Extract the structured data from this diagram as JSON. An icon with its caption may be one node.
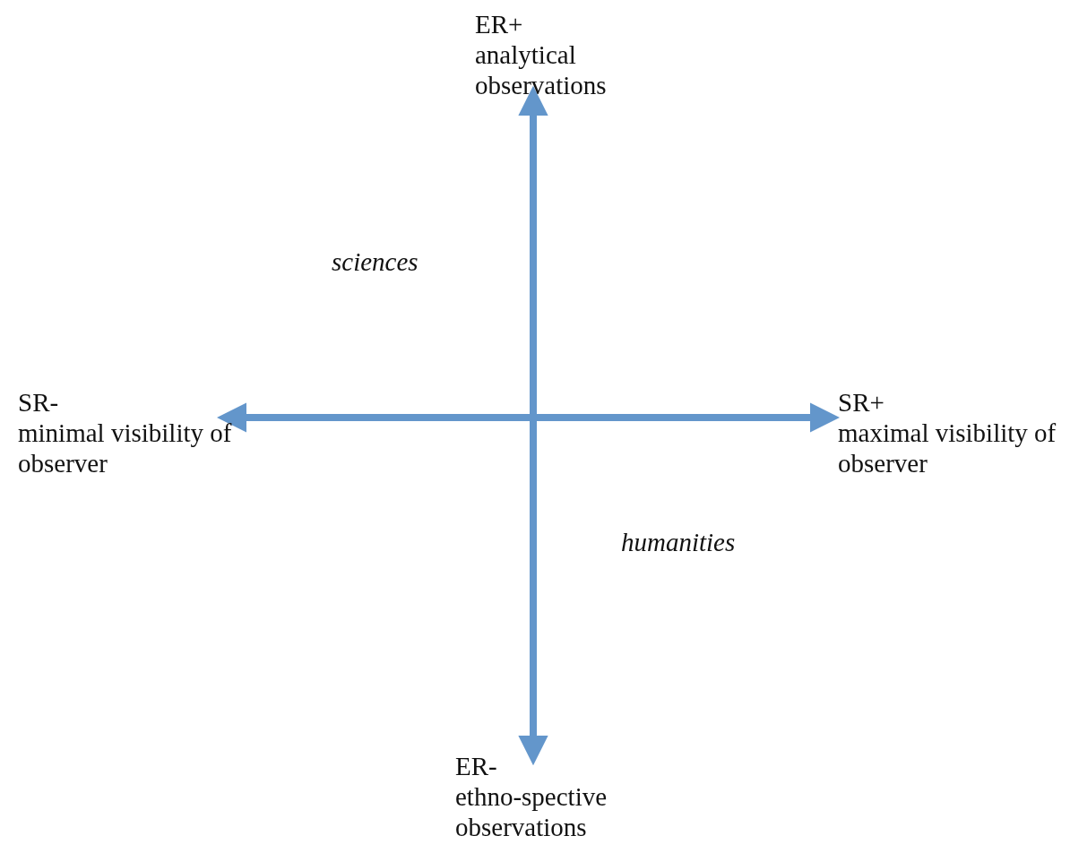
{
  "diagram": {
    "nodes": [
      {
        "text": [
          "ER+",
          "analytical observations"
        ]
      },
      {
        "text": [
          "SR-",
          "minimal visibility of observer"
        ]
      },
      {
        "text": [
          "SR+",
          "maximal visibility of observer"
        ]
      },
      {
        "text": [
          "ER-",
          "ethno-spective observations"
        ]
      }
    ],
    "edges": [
      {
        "from": 3,
        "to": 0,
        "arrow": "both"
      },
      {
        "from": 1,
        "to": 2,
        "arrow": "both"
      }
    ],
    "labels": [
      "sciences",
      "humanities"
    ]
  }
}
